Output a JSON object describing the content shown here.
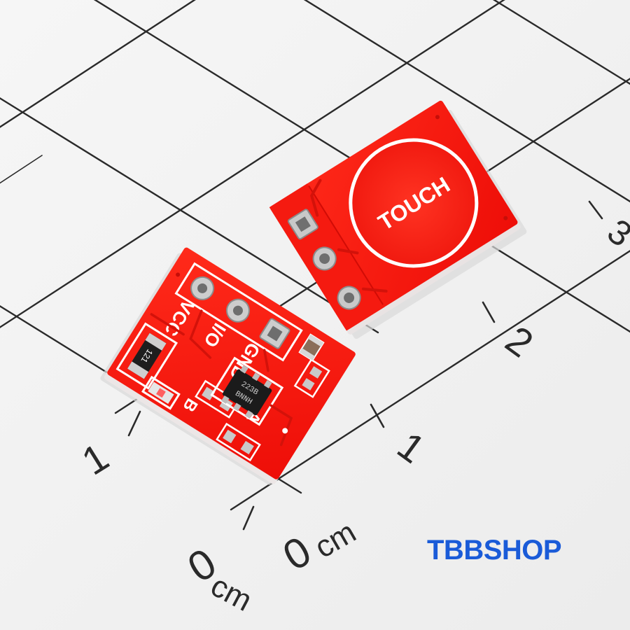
{
  "photo": {
    "background_color": "#f2f2f2",
    "grid_color": "#2a2a2a",
    "pcb_color": "#ff1a10",
    "silk_color": "#ffffff"
  },
  "ruler": {
    "labels_left": [
      "1",
      "0",
      "cm"
    ],
    "labels_right": [
      "2",
      "1",
      "0",
      "cm"
    ]
  },
  "pcb_back": {
    "labels": [
      "GND",
      "I/O",
      "VCC",
      "A",
      "B"
    ],
    "resistor_marking": "121",
    "chip_marking": [
      "223B",
      "BNNH"
    ]
  },
  "pcb_front": {
    "pad_label": "TOUCH"
  },
  "watermark": {
    "text": "TBBSHOP",
    "color": "#1a5bd8"
  }
}
